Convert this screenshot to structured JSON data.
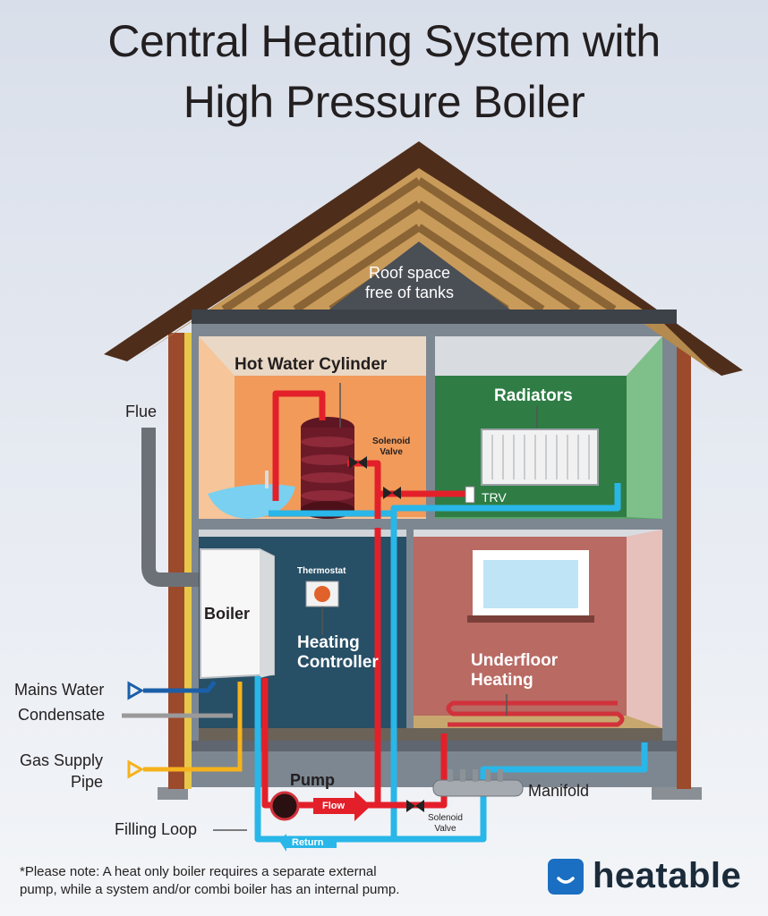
{
  "title": {
    "line1": "Central Heating System with",
    "line2": "High Pressure Boiler"
  },
  "labels": {
    "roof_space": [
      "Roof space",
      "free of tanks"
    ],
    "hot_water_cylinder": "Hot Water Cylinder",
    "radiators": "Radiators",
    "flue": "Flue",
    "solenoid_valve_top": [
      "Solenoid",
      "Valve"
    ],
    "trv": "TRV",
    "thermostat": "Thermostat",
    "boiler": "Boiler",
    "heating_controller": [
      "Heating",
      "Controller"
    ],
    "underfloor_heating": [
      "Underfloor",
      "Heating"
    ],
    "mains_water": "Mains Water",
    "condensate": "Condensate",
    "gas_supply_pipe": [
      "Gas Supply",
      "Pipe"
    ],
    "pump": "Pump",
    "manifold": "Manifold",
    "filling_loop": "Filling Loop",
    "flow": "Flow",
    "return": "Return",
    "solenoid_valve_bottom": [
      "Solenoid",
      "Valve"
    ]
  },
  "note": [
    "*Please note: A heat only boiler requires a separate external",
    "pump, while a system and/or combi boiler has an internal pump."
  ],
  "brand": "heatable",
  "colors": {
    "flow_pipe": "#e3202a",
    "return_pipe": "#29b6e8",
    "mains_water": "#1a5fa8",
    "gas": "#f5b21c",
    "condensate": "#9a9a9a",
    "roof": "#5a3520",
    "upper_left_room": "#f29a5a",
    "upper_right_room": "#2f7d45",
    "lower_left_room": "#274f66",
    "lower_right_room": "#b86a63",
    "brand_blue": "#1a6fc2"
  }
}
